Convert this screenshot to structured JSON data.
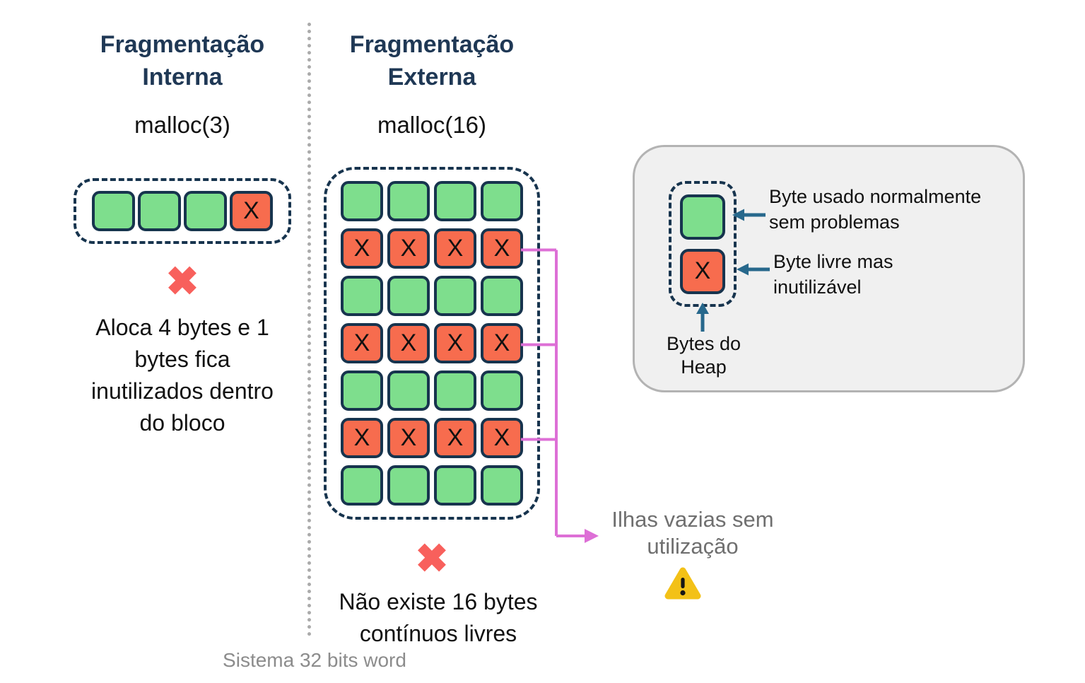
{
  "colors": {
    "navy": "#17344E",
    "title": "#1F3855",
    "green": "#7EDE8D",
    "orange": "#F76C4E",
    "red-x": "#F8605C",
    "pink": "#DD6FD6",
    "blue": "#27688C",
    "gray-text": "#6F6F6F",
    "muted-gray": "#8C8C8C",
    "amber": "#F3C117",
    "panel-bg": "#F0F0F0",
    "panel-border": "#B3B3B3",
    "separator": "#ABABAB"
  },
  "left": {
    "title": "Fragmentação\nInterna",
    "malloc_label": "malloc(3)",
    "strip": {
      "x_label": "X",
      "rows": [
        [
          "used",
          "used",
          "used",
          "unusable"
        ]
      ]
    },
    "x_mark": "✖",
    "caption": "Aloca 4 bytes e 1 bytes fica inutilizados dentro do bloco"
  },
  "middle": {
    "title": "Fragmentação\nExterna",
    "malloc_label": "malloc(16)",
    "grid": {
      "x_label": "X",
      "rows": [
        [
          "used",
          "used",
          "used",
          "used"
        ],
        [
          "unusable",
          "unusable",
          "unusable",
          "unusable"
        ],
        [
          "used",
          "used",
          "used",
          "used"
        ],
        [
          "unusable",
          "unusable",
          "unusable",
          "unusable"
        ],
        [
          "used",
          "used",
          "used",
          "used"
        ],
        [
          "unusable",
          "unusable",
          "unusable",
          "unusable"
        ],
        [
          "used",
          "used",
          "used",
          "used"
        ]
      ]
    },
    "x_mark": "✖",
    "caption": "Não existe 16 bytes contínuos livres"
  },
  "legend": {
    "x_label": "X",
    "green_label": "Byte usado normalmente sem problemas",
    "orange_label": "Byte livre mas inutilizável",
    "heap_label": "Bytes do Heap"
  },
  "annotations": {
    "islands": "Ilhas vazias sem utilização",
    "footer": "Sistema 32 bits word"
  }
}
